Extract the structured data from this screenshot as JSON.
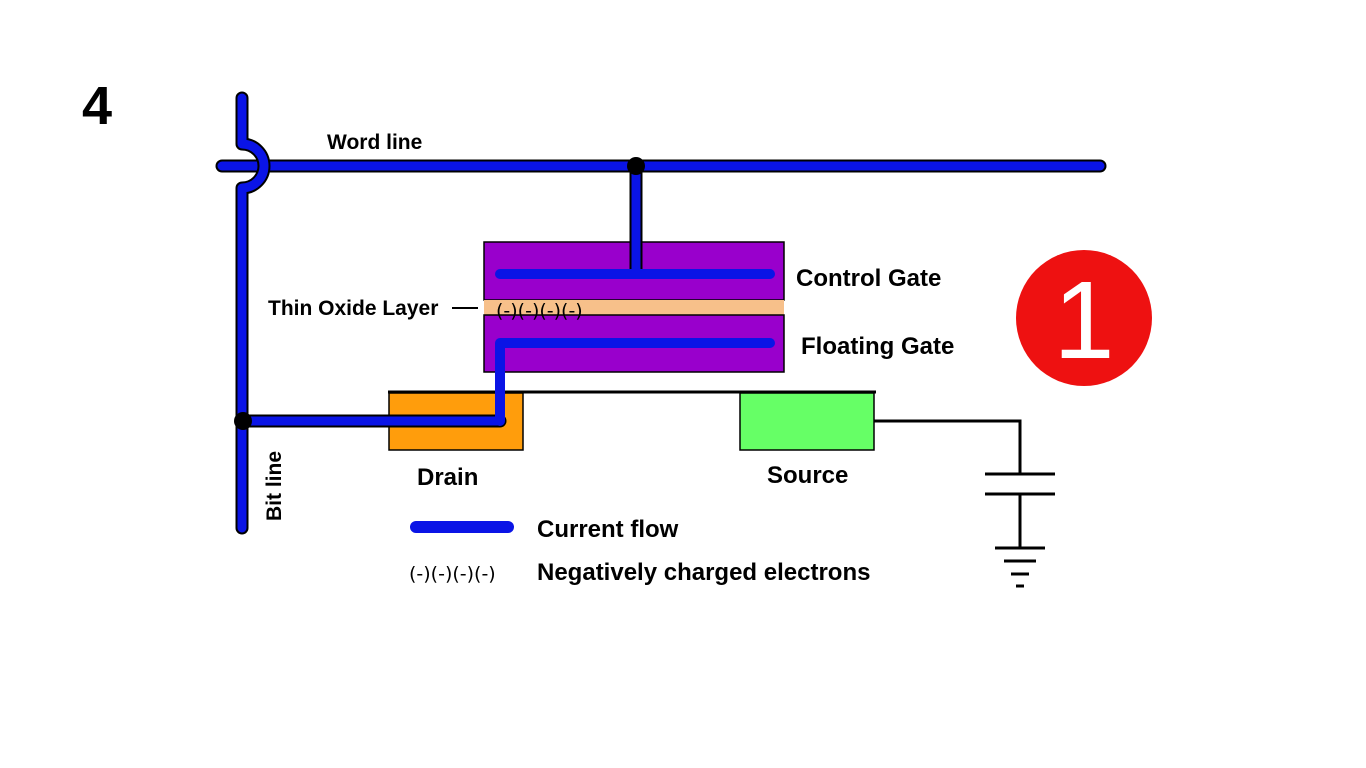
{
  "slide": {
    "step_number": "4",
    "badge_number": "1"
  },
  "labels": {
    "word_line": "Word line",
    "bit_line": "Bit line",
    "control_gate": "Control Gate",
    "floating_gate": "Floating Gate",
    "thin_oxide_layer": "Thin Oxide Layer",
    "drain": "Drain",
    "source": "Source",
    "oxide_electrons": "(-)(-)(-)(-)"
  },
  "legend": {
    "current_flow": "Current flow",
    "electrons_symbol": "(-)(-)(-)(-)",
    "electrons_label": "Negatively charged electrons"
  },
  "colors": {
    "current": "#0a14e6",
    "gate": "#9900cc",
    "oxide": "#f7c08a",
    "drain": "#ff9d0c",
    "source": "#66ff66",
    "badge": "#ee1111",
    "wire": "#000000"
  }
}
